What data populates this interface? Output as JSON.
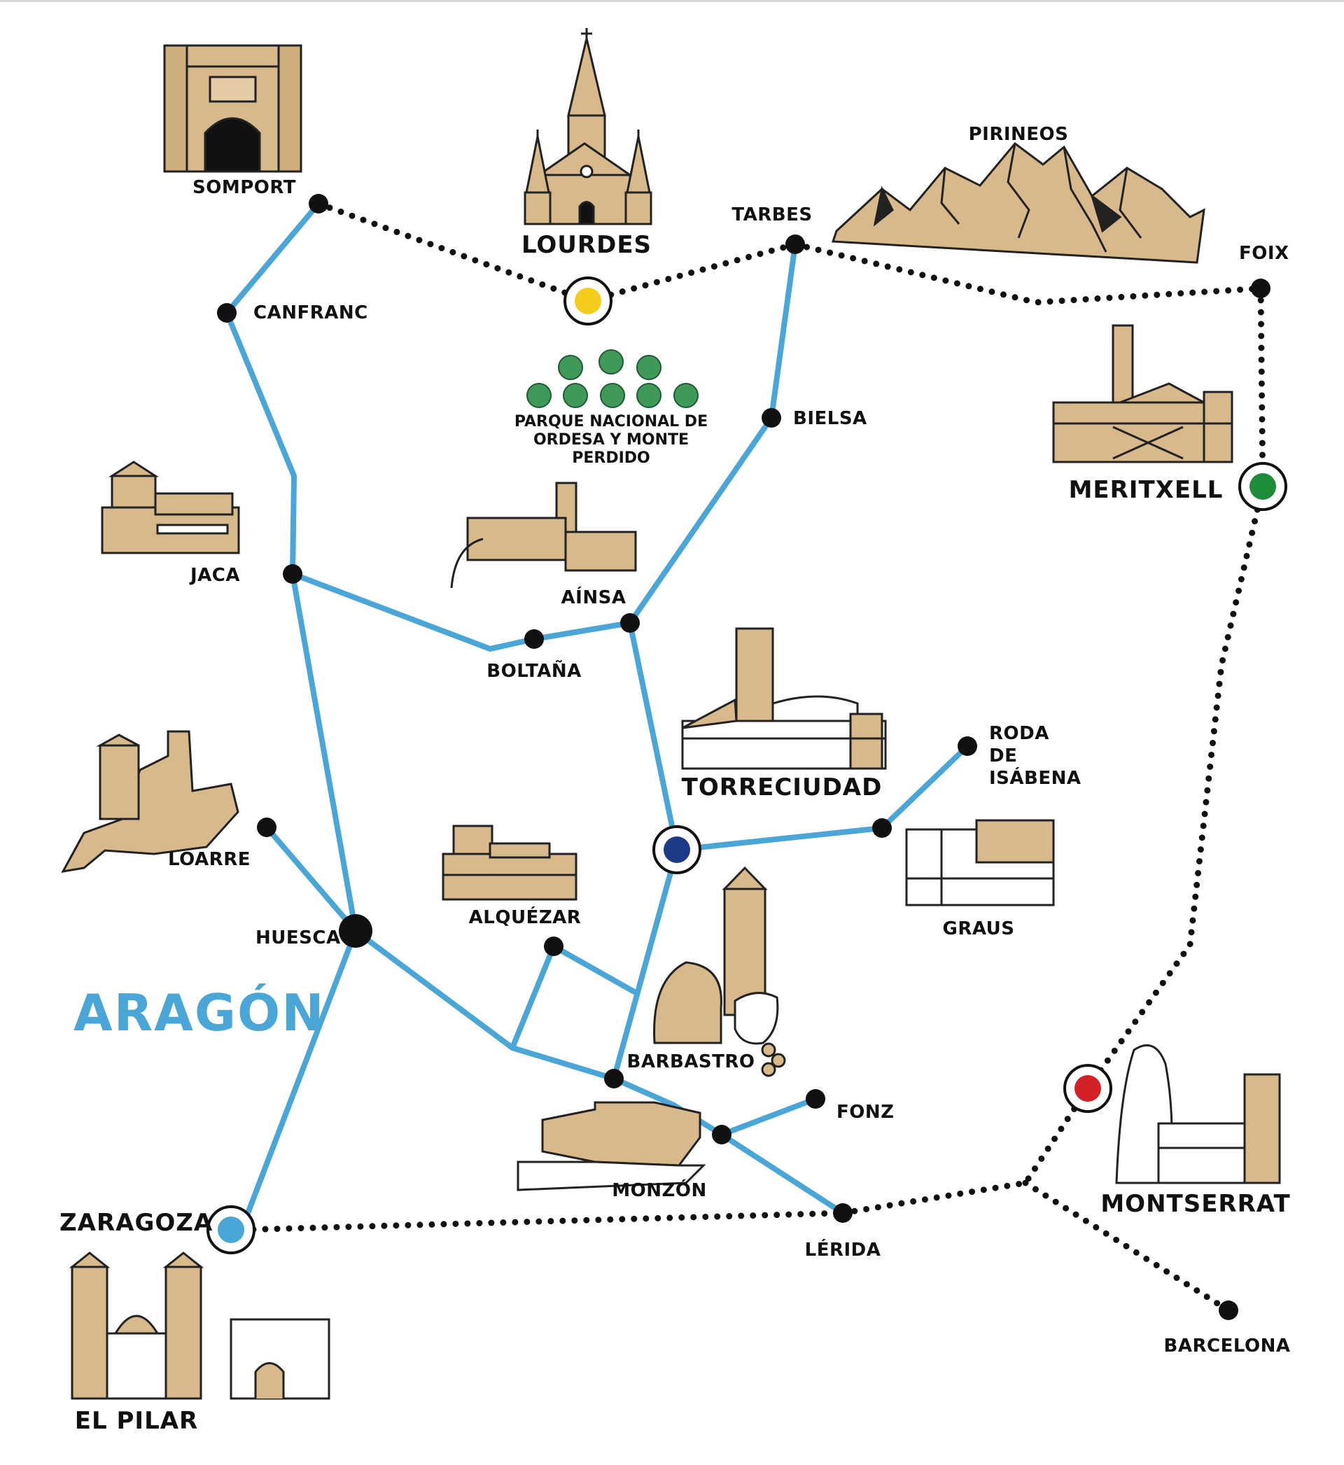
{
  "region_label": "ARAGÓN",
  "colors": {
    "route": "#4aa6d7",
    "dots": "#111111",
    "building_fill": "#d8b98c",
    "building_stroke": "#222222",
    "tree": "#3f9a5a",
    "lourdes_marker": "#f4cd1c",
    "meritxell_marker": "#1f8c3a",
    "torreciudad_marker": "#1c3a86",
    "montserrat_marker": "#d32127",
    "zaragoza_marker": "#4aa6d7"
  },
  "towns": {
    "somport": "SOMPORT",
    "canfranc": "CANFRANC",
    "jaca": "JACA",
    "boltana": "BOLTAÑA",
    "ainsa": "AÍNSA",
    "bielsa": "BIELSA",
    "tarbes": "TARBES",
    "foix": "FOIX",
    "pirineos": "PIRINEOS",
    "loarre": "LOARRE",
    "huesca": "HUESCA",
    "alquezar": "ALQUÉZAR",
    "barbastro": "BARBASTRO",
    "monzon": "MONZÓN",
    "fonz": "FONZ",
    "lerida": "LÉRIDA",
    "graus": "GRAUS",
    "roda_de_isabena": "RODA DE ISÁBENA",
    "barcelona": "BARCELONA",
    "parque_nacional": "PARQUE NACIONAL DE ORDESA Y MONTE PERDIDO"
  },
  "shrines": {
    "lourdes": "LOURDES",
    "meritxell": "MERITXELL",
    "torreciudad": "TORRECIUDAD",
    "montserrat": "MONTSERRAT",
    "zaragoza": "ZARAGOZA",
    "el_pilar": "EL PILAR"
  }
}
